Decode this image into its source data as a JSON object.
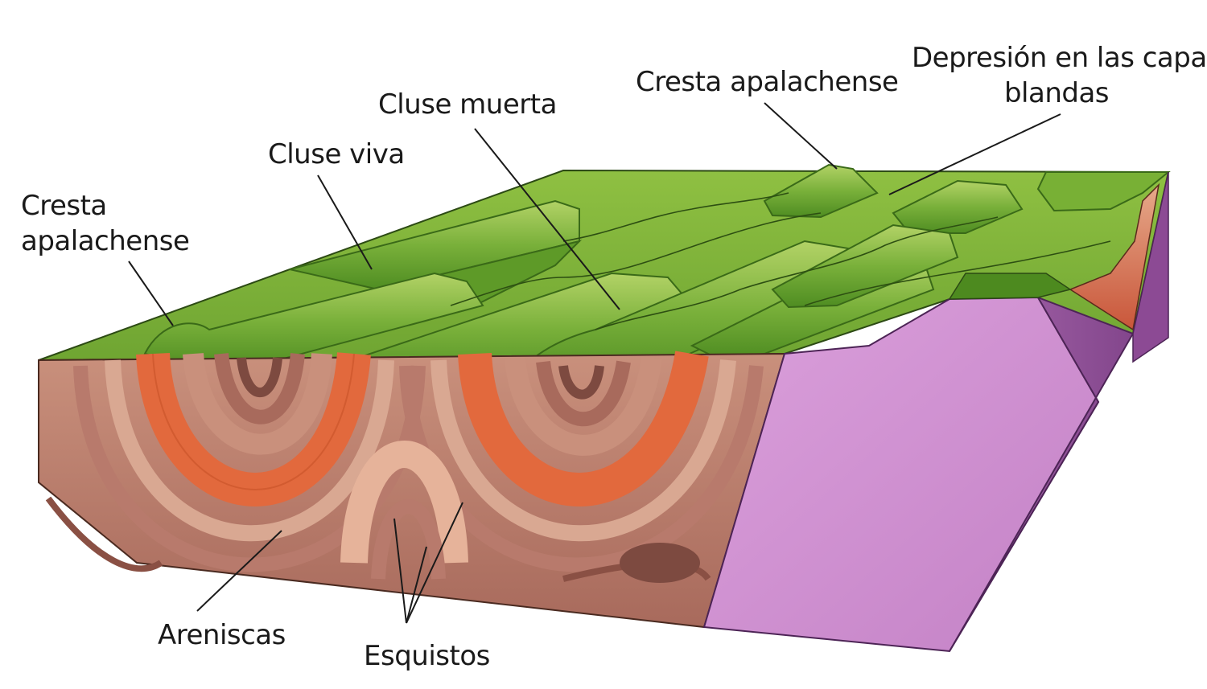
{
  "labels": {
    "cresta_left_line1": "Cresta",
    "cresta_left_line2": "apalachense",
    "cluse_viva": "Cluse viva",
    "cluse_muerta": "Cluse muerta",
    "cresta_right": "Cresta apalachense",
    "depresion_line1": "Depresión en las capas",
    "depresion_line2": "blandas",
    "areniscas": "Areniscas",
    "esquistos": "Esquistos"
  },
  "colors": {
    "grass": "#7db33a",
    "grass_dark": "#4d8a1f",
    "grass_light": "#a9cc57",
    "sandstone": "#e2693d",
    "shale": "#b87a6c",
    "shale_light": "#d9a892",
    "deep_rock": "#9a5a4f",
    "basement": "#cf8ed0",
    "basement_side": "#9c5aa3"
  }
}
